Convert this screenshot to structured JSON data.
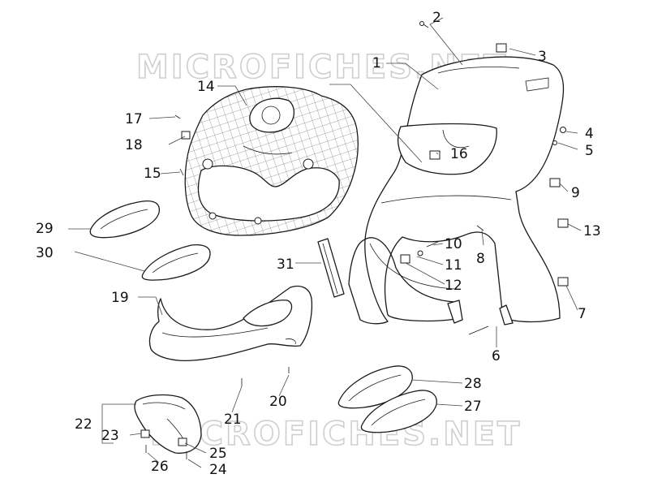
{
  "watermarks": [
    "MICROFICHES.NET",
    "MICROFICHES.NET"
  ],
  "callouts": [
    {
      "label": "1"
    },
    {
      "label": "2"
    },
    {
      "label": "3"
    },
    {
      "label": "4"
    },
    {
      "label": "5"
    },
    {
      "label": "6"
    },
    {
      "label": "7"
    },
    {
      "label": "8"
    },
    {
      "label": "9"
    },
    {
      "label": "10"
    },
    {
      "label": "11"
    },
    {
      "label": "12"
    },
    {
      "label": "13"
    },
    {
      "label": "14"
    },
    {
      "label": "15"
    },
    {
      "label": "16"
    },
    {
      "label": "17"
    },
    {
      "label": "18"
    },
    {
      "label": "19"
    },
    {
      "label": "20"
    },
    {
      "label": "21"
    },
    {
      "label": "22"
    },
    {
      "label": "23"
    },
    {
      "label": "24"
    },
    {
      "label": "25"
    },
    {
      "label": "26"
    },
    {
      "label": "27"
    },
    {
      "label": "28"
    },
    {
      "label": "29"
    },
    {
      "label": "30"
    },
    {
      "label": "31"
    }
  ]
}
